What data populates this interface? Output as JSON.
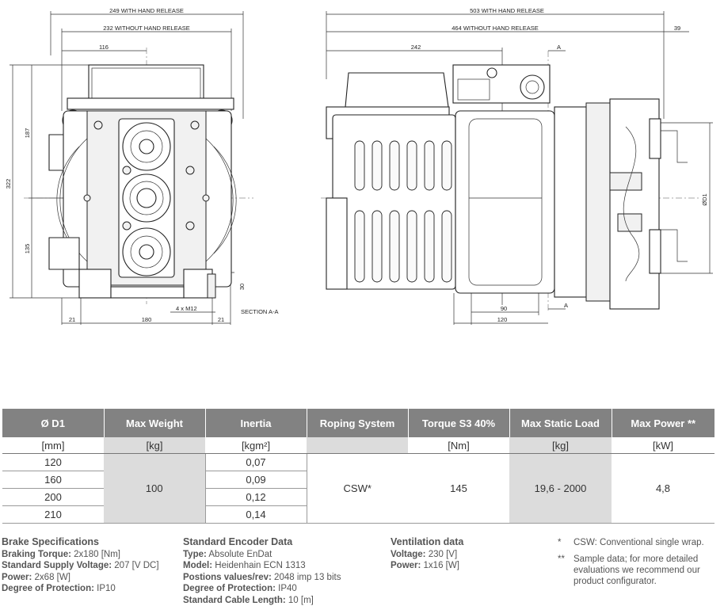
{
  "drawing": {
    "left_view": {
      "dim_top1": "249 WITH HAND RELEASE",
      "dim_top2": "232 WITHOUT HAND RELEASE",
      "dim_116": "116",
      "dim_187": "187",
      "dim_322": "322",
      "dim_135": "135",
      "dim_30": "30",
      "bolt_label": "4 x M12",
      "dim_21a": "21",
      "dim_180": "180",
      "dim_21b": "21",
      "section_label": "SECTION A-A"
    },
    "right_view": {
      "dim_top1": "503 WITH HAND RELEASE",
      "dim_top2": "464 WITHOUT HAND RELEASE",
      "dim_39": "39",
      "dim_242": "242",
      "section_a_top": "A",
      "section_a_bottom": "A",
      "dim_d1": "ØD1",
      "dim_90": "90",
      "dim_120": "120"
    }
  },
  "table": {
    "headers": [
      "Ø D1",
      "Max Weight",
      "Inertia",
      "Roping System",
      "Torque S3 40%",
      "Max Static Load",
      "Max Power **"
    ],
    "units": [
      "[mm]",
      "[kg]",
      "[kgm²]",
      "",
      "[Nm]",
      "[kg]",
      "[kW]"
    ],
    "d1": [
      "120",
      "160",
      "200",
      "210"
    ],
    "max_weight": "100",
    "inertia": [
      "0,07",
      "0,09",
      "0,12",
      "0,14"
    ],
    "roping": "CSW*",
    "torque": "145",
    "static_load": "19,6 - 2000",
    "power": "4,8"
  },
  "brake": {
    "title": "Brake Specifications",
    "rows": [
      {
        "label": "Braking Torque:",
        "value": " 2x180 [Nm]"
      },
      {
        "label": "Standard Supply Voltage:",
        "value": " 207 [V DC]"
      },
      {
        "label": "Power:",
        "value": " 2x68 [W]"
      },
      {
        "label": "Degree of Protection:",
        "value": " IP10"
      }
    ]
  },
  "encoder": {
    "title": "Standard Encoder Data",
    "rows": [
      {
        "label": "Type:",
        "value": " Absolute EnDat"
      },
      {
        "label": "Model:",
        "value": " Heidenhain ECN 1313"
      },
      {
        "label": "Postions values/rev:",
        "value": " 2048 imp 13 bits"
      },
      {
        "label": "Degree of Protection:",
        "value": " IP40"
      },
      {
        "label": "Standard Cable Length:",
        "value": " 10 [m]"
      }
    ]
  },
  "ventilation": {
    "title": "Ventilation data",
    "rows": [
      {
        "label": "Voltage:",
        "value": " 230 [V]"
      },
      {
        "label": "Power:",
        "value": " 1x16 [W]"
      }
    ]
  },
  "footnotes": [
    {
      "mark": "*",
      "text": "CSW: Conventional single wrap."
    },
    {
      "mark": "**",
      "text": "Sample data; for more detailed evaluations we recommend our product configurator."
    }
  ]
}
